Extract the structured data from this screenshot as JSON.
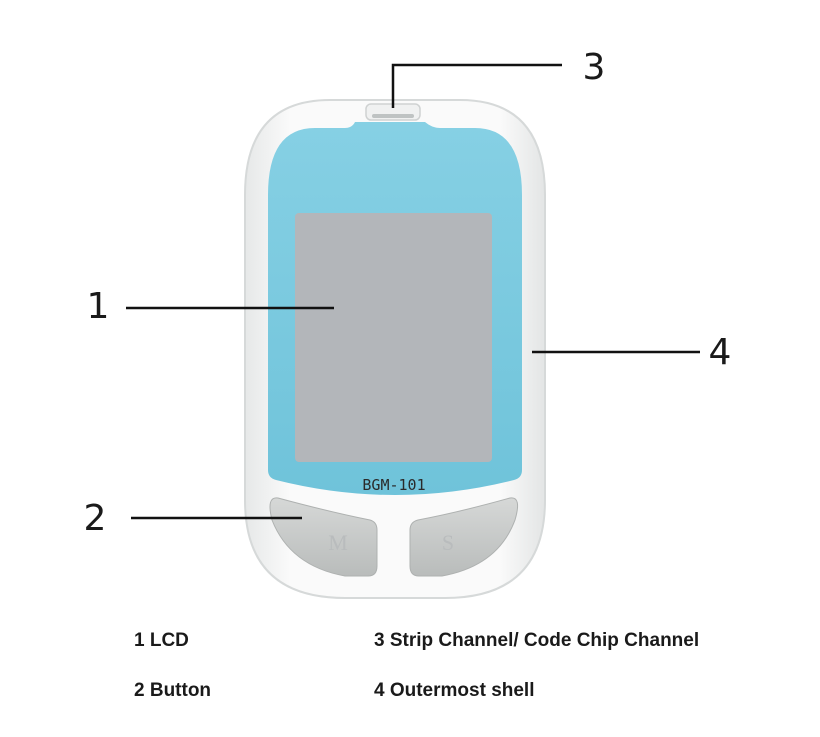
{
  "device": {
    "model_label": "BGM-101",
    "button_left_label": "M",
    "button_right_label": "S",
    "colors": {
      "shell": "#f4f5f5",
      "shell_edge": "#d9dcdc",
      "face": "#7ccbe0",
      "lcd": "#b3b6ba",
      "button": "#c9cccb"
    }
  },
  "callouts": {
    "c1": "1",
    "c2": "2",
    "c3": "3",
    "c4": "4"
  },
  "legend": {
    "item1": "1 LCD",
    "item2": "2 Button",
    "item3": "3 Strip Channel/ Code Chip Channel",
    "item4": "4 Outermost shell"
  }
}
